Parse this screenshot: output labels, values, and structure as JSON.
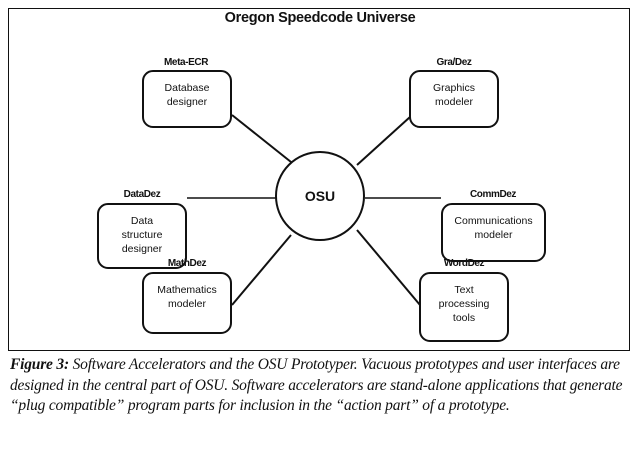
{
  "diagram": {
    "title": "Oregon Speedcode Universe",
    "hub": {
      "label": "OSU"
    },
    "nodes": [
      {
        "id": "meta-ecr",
        "label": "Meta-ECR",
        "text": "Database\ndesigner",
        "position": "top-left"
      },
      {
        "id": "grafdez",
        "label": "Gra/Dez",
        "text": "Graphics\nmodeler",
        "position": "top-right"
      },
      {
        "id": "datadez",
        "label": "DataDez",
        "text": "Data\nstructure\ndesigner",
        "position": "middle-left"
      },
      {
        "id": "commdez",
        "label": "CommDez",
        "text": "Communications\nmodeler",
        "position": "middle-right"
      },
      {
        "id": "mathdez",
        "label": "MathDez",
        "text": "Mathematics\nmodeler",
        "position": "bottom-left"
      },
      {
        "id": "worddez",
        "label": "WordDez",
        "text": "Text\nprocessing\ntools",
        "position": "bottom-right"
      }
    ],
    "edges": [
      {
        "from": "OSU",
        "to": "meta-ecr"
      },
      {
        "from": "OSU",
        "to": "grafdez"
      },
      {
        "from": "OSU",
        "to": "datadez"
      },
      {
        "from": "OSU",
        "to": "commdez"
      },
      {
        "from": "OSU",
        "to": "mathdez"
      },
      {
        "from": "OSU",
        "to": "worddez"
      }
    ]
  },
  "caption": {
    "figure_label": "Figure 3:",
    "text": " Software Accelerators and the OSU Prototyper. Vacuous prototypes and user interfaces are designed in the central part of OSU. Software accelerators are stand-alone applications that generate “plug compatible” program parts for inclusion in the “action part” of a prototype."
  }
}
